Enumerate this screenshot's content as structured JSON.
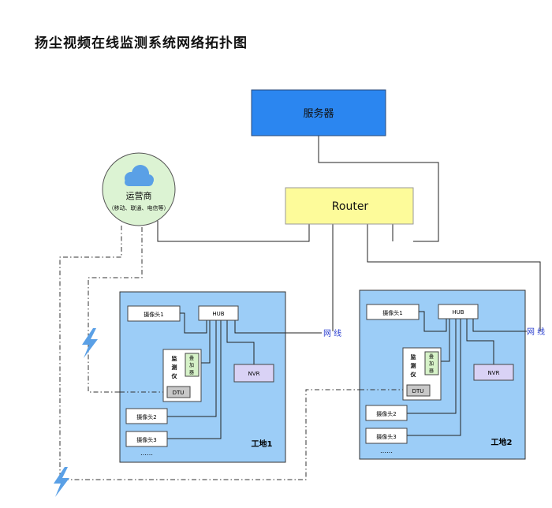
{
  "title": "扬尘视频在线监测系统网络拓扑图",
  "nodes": {
    "server": "服务器",
    "router": "Router",
    "carrier_name": "运营商",
    "carrier_note": "（移动、联通、电信等）",
    "network_cable": "网 线"
  },
  "site1": {
    "name": "工地1",
    "hub": "HUB",
    "camera1": "摄像头1",
    "camera2": "摄像头2",
    "camera3": "摄像头3",
    "monitor_chars": [
      "监",
      "测",
      "仪"
    ],
    "adder_chars": [
      "叠",
      "加",
      "器"
    ],
    "dtu": "DTU",
    "nvr": "NVR",
    "more": "……"
  },
  "site2": {
    "name": "工地2",
    "hub": "HUB",
    "camera1": "摄像头1",
    "camera2": "摄像头2",
    "camera3": "摄像头3",
    "monitor_chars": [
      "监",
      "测",
      "仪"
    ],
    "adder_chars": [
      "叠",
      "加",
      "器"
    ],
    "dtu": "DTU",
    "nvr": "NVR",
    "more": "……"
  },
  "icons": [
    "cloud-icon",
    "lightning-icon"
  ],
  "colors": {
    "server_fill": "#2b86f0",
    "router_fill": "#fdfb9a",
    "carrier_fill": "#dcf3d3",
    "site_fill": "#9ccdf7",
    "nvr_fill": "#d9d2f5",
    "adder_fill": "#d6f2c8",
    "dtu_fill": "#c8c8c8",
    "network_text": "#2b3fd0",
    "lightning": "#5aa0e6"
  }
}
